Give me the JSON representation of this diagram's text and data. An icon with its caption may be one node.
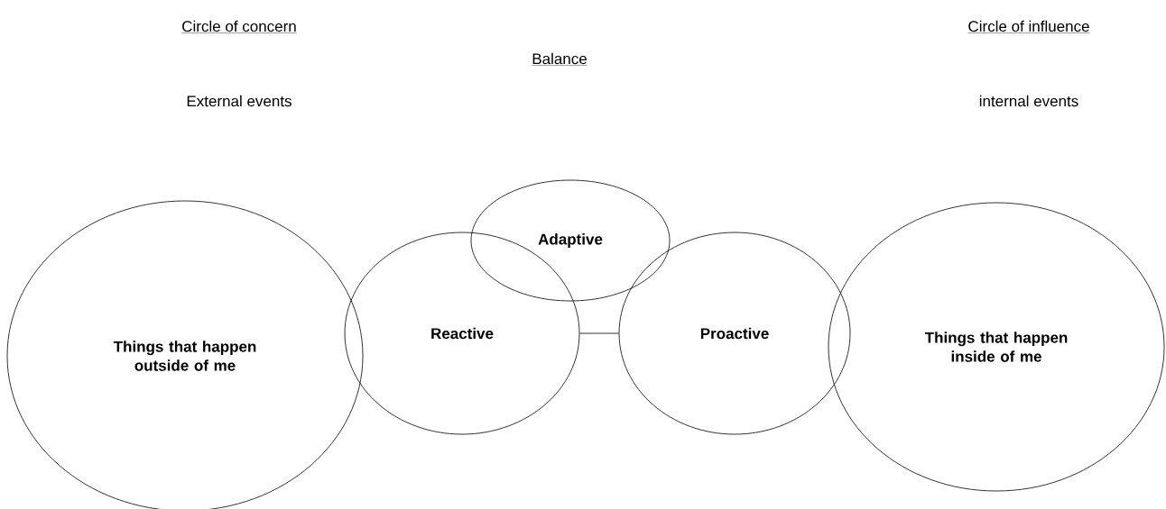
{
  "diagram": {
    "nodes": [
      {
        "text": [
          "Things that happen  outside of me"
        ]
      },
      {
        "text": [
          "Reactive"
        ]
      },
      {
        "text": [
          "Adaptive"
        ]
      },
      {
        "text": [
          "Proactive"
        ]
      },
      {
        "text": [
          "Things that happen inside of me"
        ]
      }
    ],
    "edges": [
      {
        "from": 1,
        "to": 3,
        "arrow": "none"
      }
    ],
    "labels": [
      "Circle of concern",
      "Circle of influence",
      "Balance",
      "External events",
      "internal events"
    ]
  }
}
